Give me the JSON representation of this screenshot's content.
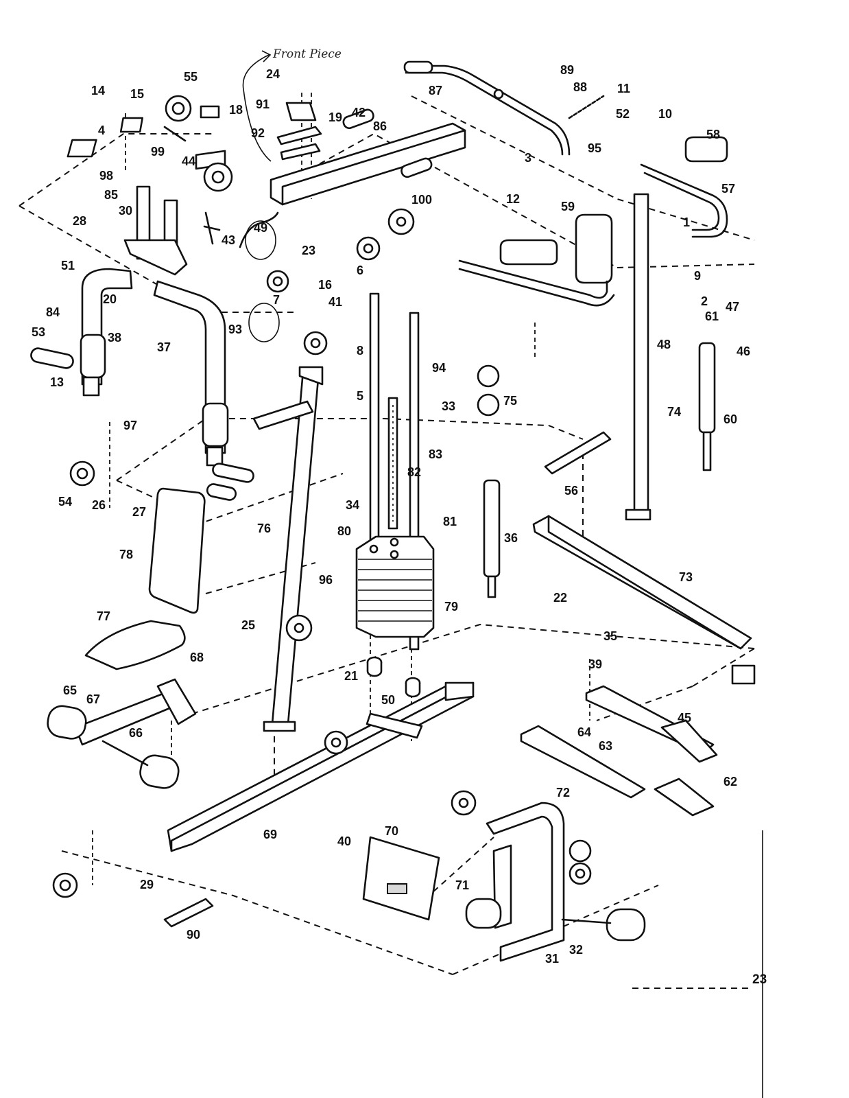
{
  "annotation": "Front Piece",
  "page_number": "23",
  "parts": [
    {
      "id": "p1",
      "label": "1"
    },
    {
      "id": "p2",
      "label": "2"
    },
    {
      "id": "p3",
      "label": "3"
    },
    {
      "id": "p4",
      "label": "4"
    },
    {
      "id": "p5",
      "label": "5"
    },
    {
      "id": "p6",
      "label": "6"
    },
    {
      "id": "p7",
      "label": "7"
    },
    {
      "id": "p8",
      "label": "8"
    },
    {
      "id": "p9",
      "label": "9"
    },
    {
      "id": "p10",
      "label": "10"
    },
    {
      "id": "p11",
      "label": "11"
    },
    {
      "id": "p12",
      "label": "12"
    },
    {
      "id": "p13",
      "label": "13"
    },
    {
      "id": "p14",
      "label": "14"
    },
    {
      "id": "p15",
      "label": "15"
    },
    {
      "id": "p16",
      "label": "16"
    },
    {
      "id": "p18",
      "label": "18"
    },
    {
      "id": "p19",
      "label": "19"
    },
    {
      "id": "p20",
      "label": "20"
    },
    {
      "id": "p21",
      "label": "21"
    },
    {
      "id": "p22",
      "label": "22"
    },
    {
      "id": "p23",
      "label": "23"
    },
    {
      "id": "p24",
      "label": "24"
    },
    {
      "id": "p25",
      "label": "25"
    },
    {
      "id": "p26",
      "label": "26"
    },
    {
      "id": "p27",
      "label": "27"
    },
    {
      "id": "p28",
      "label": "28"
    },
    {
      "id": "p29",
      "label": "29"
    },
    {
      "id": "p30",
      "label": "30"
    },
    {
      "id": "p31",
      "label": "31"
    },
    {
      "id": "p32",
      "label": "32"
    },
    {
      "id": "p33",
      "label": "33"
    },
    {
      "id": "p34",
      "label": "34"
    },
    {
      "id": "p35",
      "label": "35"
    },
    {
      "id": "p36",
      "label": "36"
    },
    {
      "id": "p37",
      "label": "37"
    },
    {
      "id": "p38",
      "label": "38"
    },
    {
      "id": "p39",
      "label": "39"
    },
    {
      "id": "p40",
      "label": "40"
    },
    {
      "id": "p41",
      "label": "41"
    },
    {
      "id": "p42",
      "label": "42"
    },
    {
      "id": "p43",
      "label": "43"
    },
    {
      "id": "p44",
      "label": "44"
    },
    {
      "id": "p45",
      "label": "45"
    },
    {
      "id": "p46",
      "label": "46"
    },
    {
      "id": "p47",
      "label": "47"
    },
    {
      "id": "p48",
      "label": "48"
    },
    {
      "id": "p49",
      "label": "49"
    },
    {
      "id": "p50",
      "label": "50"
    },
    {
      "id": "p51",
      "label": "51"
    },
    {
      "id": "p52",
      "label": "52"
    },
    {
      "id": "p53",
      "label": "53"
    },
    {
      "id": "p54",
      "label": "54"
    },
    {
      "id": "p55",
      "label": "55"
    },
    {
      "id": "p56",
      "label": "56"
    },
    {
      "id": "p57",
      "label": "57"
    },
    {
      "id": "p58",
      "label": "58"
    },
    {
      "id": "p59",
      "label": "59"
    },
    {
      "id": "p60",
      "label": "60"
    },
    {
      "id": "p61",
      "label": "61"
    },
    {
      "id": "p62",
      "label": "62"
    },
    {
      "id": "p63",
      "label": "63"
    },
    {
      "id": "p64",
      "label": "64"
    },
    {
      "id": "p65",
      "label": "65"
    },
    {
      "id": "p66",
      "label": "66"
    },
    {
      "id": "p67",
      "label": "67"
    },
    {
      "id": "p68",
      "label": "68"
    },
    {
      "id": "p69",
      "label": "69"
    },
    {
      "id": "p70",
      "label": "70"
    },
    {
      "id": "p71",
      "label": "71"
    },
    {
      "id": "p72",
      "label": "72"
    },
    {
      "id": "p73",
      "label": "73"
    },
    {
      "id": "p74",
      "label": "74"
    },
    {
      "id": "p75",
      "label": "75"
    },
    {
      "id": "p76",
      "label": "76"
    },
    {
      "id": "p77",
      "label": "77"
    },
    {
      "id": "p78",
      "label": "78"
    },
    {
      "id": "p79",
      "label": "79"
    },
    {
      "id": "p80",
      "label": "80"
    },
    {
      "id": "p81",
      "label": "81"
    },
    {
      "id": "p82",
      "label": "82"
    },
    {
      "id": "p83",
      "label": "83"
    },
    {
      "id": "p84",
      "label": "84"
    },
    {
      "id": "p85",
      "label": "85"
    },
    {
      "id": "p86",
      "label": "86"
    },
    {
      "id": "p87",
      "label": "87"
    },
    {
      "id": "p88",
      "label": "88"
    },
    {
      "id": "p89",
      "label": "89"
    },
    {
      "id": "p90",
      "label": "90"
    },
    {
      "id": "p91",
      "label": "91"
    },
    {
      "id": "p92",
      "label": "92"
    },
    {
      "id": "p93",
      "label": "93"
    },
    {
      "id": "p94",
      "label": "94"
    },
    {
      "id": "p95",
      "label": "95"
    },
    {
      "id": "p96",
      "label": "96"
    },
    {
      "id": "p97",
      "label": "97"
    },
    {
      "id": "p98",
      "label": "98"
    },
    {
      "id": "p99",
      "label": "99"
    },
    {
      "id": "p100",
      "label": "100"
    }
  ]
}
